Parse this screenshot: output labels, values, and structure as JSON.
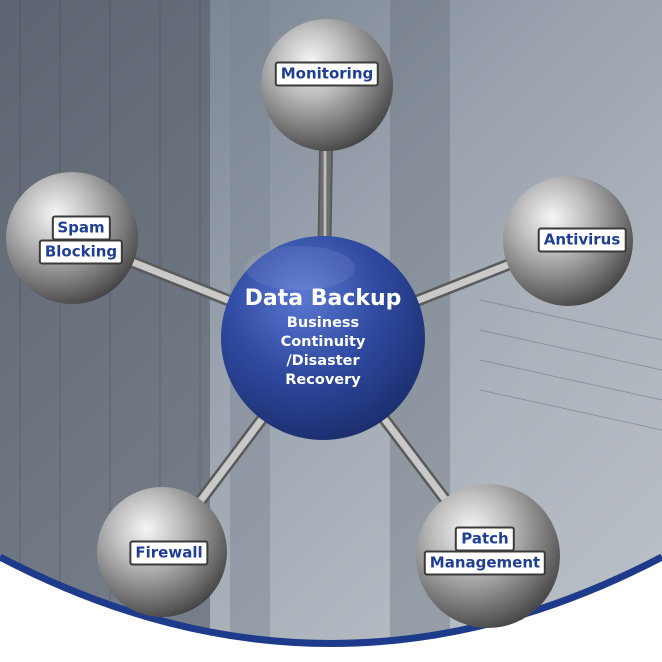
{
  "center": {
    "title": "Data Backup",
    "subtitle_lines": [
      "Business",
      "Continuity",
      "/Disaster",
      "Recovery"
    ]
  },
  "nodes": {
    "monitoring": [
      "Monitoring"
    ],
    "antivirus": [
      "Antivirus"
    ],
    "patch_management": [
      "Patch",
      "Management"
    ],
    "firewall": [
      "Firewall"
    ],
    "spam_blocking": [
      "Spam",
      "Blocking"
    ]
  },
  "colors": {
    "label_text": "#1f3f95",
    "center_sphere": "#2f4aa0",
    "arc_band": "#1e3a8a",
    "node_sphere": "#8a8a8a"
  }
}
